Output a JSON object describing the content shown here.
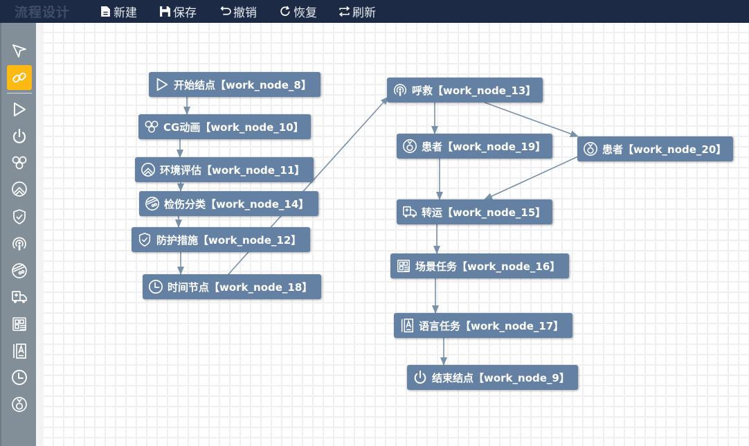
{
  "app": {
    "title": "流程设计"
  },
  "toolbar": {
    "buttons": [
      {
        "id": "new",
        "label": "新建",
        "icon": "file-icon"
      },
      {
        "id": "save",
        "label": "保存",
        "icon": "save-icon"
      },
      {
        "id": "undo",
        "label": "撤销",
        "icon": "undo-icon"
      },
      {
        "id": "redo",
        "label": "恢复",
        "icon": "redo-icon"
      },
      {
        "id": "refresh",
        "label": "刷新",
        "icon": "refresh-icon"
      }
    ]
  },
  "sidebar": {
    "tools": [
      {
        "id": "select",
        "icon": "cursor-arrow-icon",
        "active": false
      },
      {
        "id": "connect",
        "icon": "link-icon",
        "active": true
      }
    ],
    "node_types": [
      {
        "id": "start",
        "icon": "play-triangle-icon"
      },
      {
        "id": "end",
        "icon": "power-icon"
      },
      {
        "id": "cg",
        "icon": "cg-animation-icon"
      },
      {
        "id": "env",
        "icon": "environment-icon"
      },
      {
        "id": "protect",
        "icon": "shield-check-icon"
      },
      {
        "id": "call",
        "icon": "broadcast-icon"
      },
      {
        "id": "triage",
        "icon": "injured-face-icon"
      },
      {
        "id": "transport",
        "icon": "ambulance-icon"
      },
      {
        "id": "scene",
        "icon": "scene-grid-icon"
      },
      {
        "id": "language",
        "icon": "language-text-icon"
      },
      {
        "id": "time",
        "icon": "clock-icon"
      },
      {
        "id": "patient",
        "icon": "patient-icon"
      }
    ]
  },
  "diagram": {
    "colors": {
      "node_fill": "#6481a3",
      "edge": "#7890a8",
      "active_tool": "#fdb913"
    },
    "nodes": [
      {
        "id": "work_node_8",
        "label": "开始结点【work_node_8】",
        "icon": "play-triangle-icon"
      },
      {
        "id": "work_node_10",
        "label": "CG动画【work_node_10】",
        "icon": "cg-animation-icon"
      },
      {
        "id": "work_node_11",
        "label": "环境评估【work_node_11】",
        "icon": "environment-icon"
      },
      {
        "id": "work_node_14",
        "label": "检伤分类【work_node_14】",
        "icon": "injured-face-icon"
      },
      {
        "id": "work_node_12",
        "label": "防护措施【work_node_12】",
        "icon": "shield-check-icon"
      },
      {
        "id": "work_node_18",
        "label": "时间节点【work_node_18】",
        "icon": "clock-icon"
      },
      {
        "id": "work_node_13",
        "label": "呼救【work_node_13】",
        "icon": "broadcast-icon"
      },
      {
        "id": "work_node_19",
        "label": "患者【work_node_19】",
        "icon": "patient-icon"
      },
      {
        "id": "work_node_20",
        "label": "患者【work_node_20】",
        "icon": "patient-icon"
      },
      {
        "id": "work_node_15",
        "label": "转运【work_node_15】",
        "icon": "ambulance-icon"
      },
      {
        "id": "work_node_16",
        "label": "场景任务【work_node_16】",
        "icon": "scene-grid-icon"
      },
      {
        "id": "work_node_17",
        "label": "语言任务【work_node_17】",
        "icon": "language-text-icon"
      },
      {
        "id": "work_node_9",
        "label": "结束结点【work_node_9】",
        "icon": "power-icon"
      }
    ],
    "edges": [
      {
        "from": "work_node_8",
        "to": "work_node_10"
      },
      {
        "from": "work_node_10",
        "to": "work_node_11"
      },
      {
        "from": "work_node_11",
        "to": "work_node_14"
      },
      {
        "from": "work_node_14",
        "to": "work_node_12"
      },
      {
        "from": "work_node_12",
        "to": "work_node_18"
      },
      {
        "from": "work_node_18",
        "to": "work_node_13"
      },
      {
        "from": "work_node_13",
        "to": "work_node_19"
      },
      {
        "from": "work_node_13",
        "to": "work_node_20"
      },
      {
        "from": "work_node_19",
        "to": "work_node_15"
      },
      {
        "from": "work_node_20",
        "to": "work_node_15"
      },
      {
        "from": "work_node_15",
        "to": "work_node_16"
      },
      {
        "from": "work_node_16",
        "to": "work_node_17"
      },
      {
        "from": "work_node_17",
        "to": "work_node_9"
      }
    ]
  }
}
